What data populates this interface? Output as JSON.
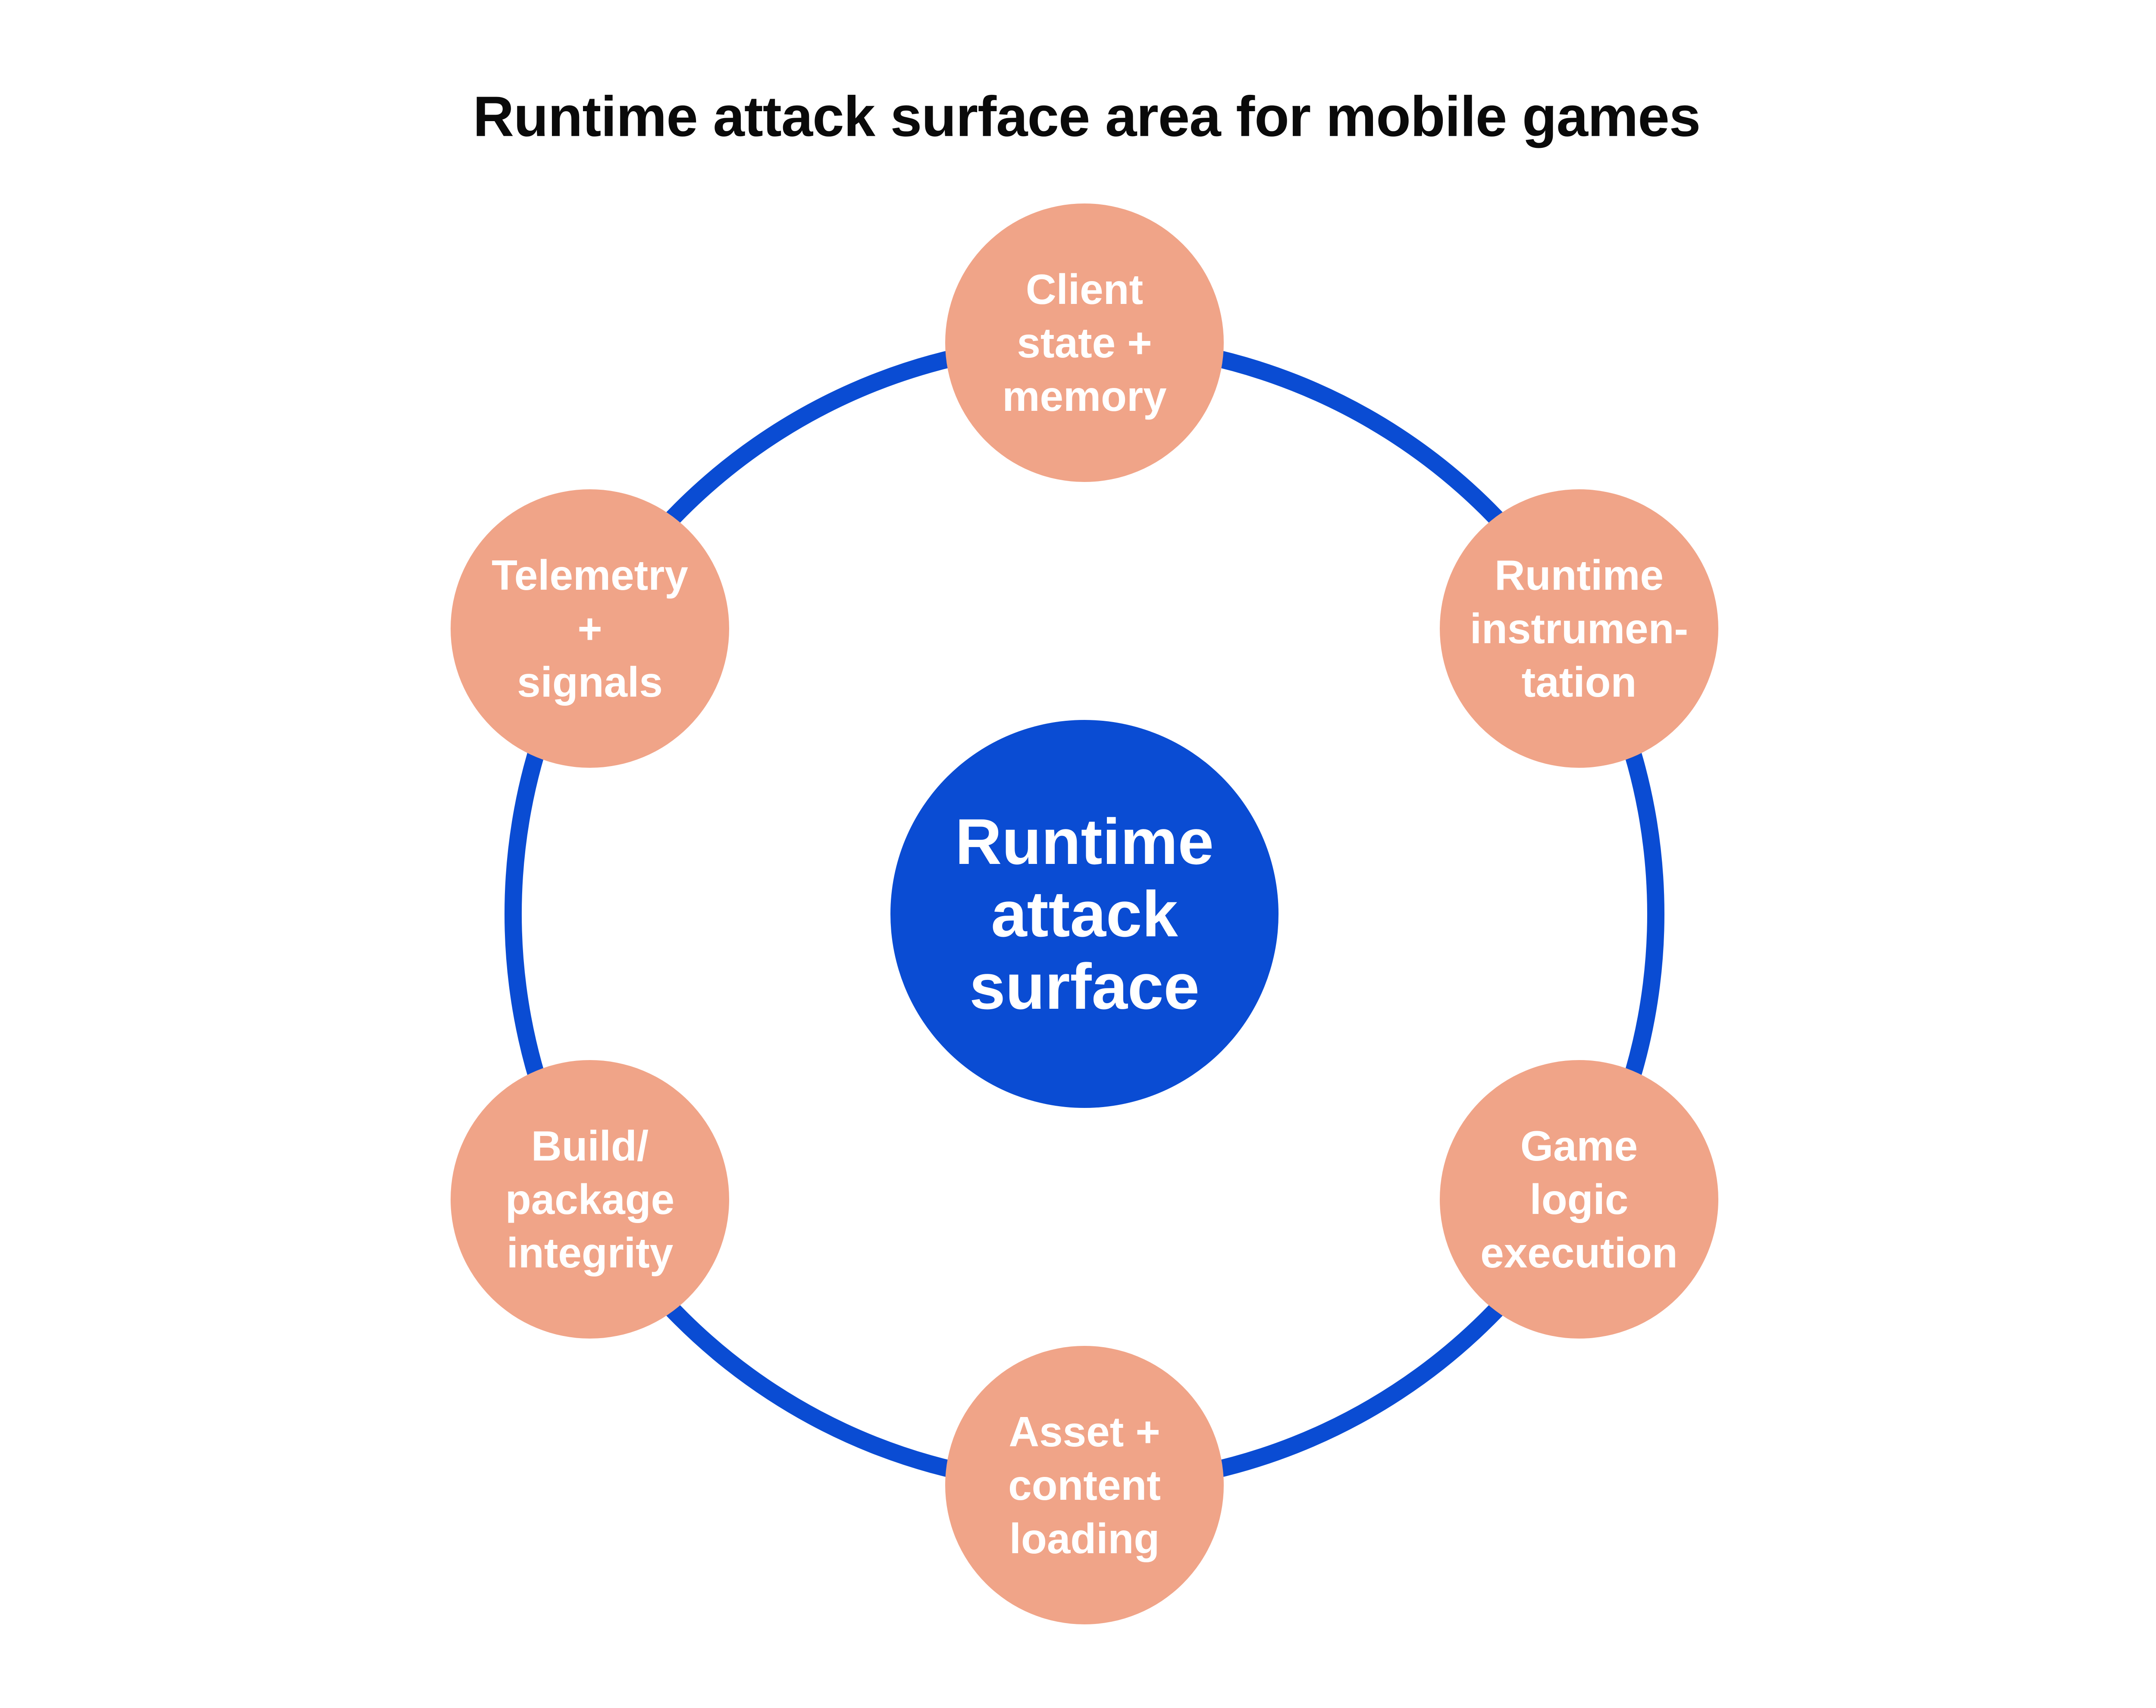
{
  "title": "Runtime attack surface area for mobile games",
  "hub": {
    "label": "Runtime attack surface",
    "lines": [
      "Runtime",
      "attack",
      "surface"
    ]
  },
  "nodes": [
    {
      "id": "client-state-memory",
      "label": "Client state + memory",
      "lines": [
        "Client",
        "state +",
        "memory"
      ],
      "position": "top"
    },
    {
      "id": "runtime-instrumentation",
      "label": "Runtime instrumentation",
      "lines": [
        "Runtime",
        "instrumen-",
        "tation"
      ],
      "position": "upper-right"
    },
    {
      "id": "game-logic-execution",
      "label": "Game logic execution",
      "lines": [
        "Game",
        "logic",
        "execution"
      ],
      "position": "lower-right"
    },
    {
      "id": "asset-content-loading",
      "label": "Asset + content loading",
      "lines": [
        "Asset +",
        "content",
        "loading"
      ],
      "position": "bottom"
    },
    {
      "id": "build-package-integrity",
      "label": "Build/ package integrity",
      "lines": [
        "Build/",
        "package",
        "integrity"
      ],
      "position": "lower-left"
    },
    {
      "id": "telemetry-signals",
      "label": "Telemetry + signals",
      "lines": [
        "Telemetry",
        "+",
        "signals"
      ],
      "position": "upper-left"
    }
  ],
  "colors": {
    "ring_blue": "#0A4CD3",
    "hub_blue": "#0A4CD3",
    "node_salmon": "#F0A488",
    "label_white": "#FFFFFF",
    "title_black": "#0A0A0A",
    "background": "#FFFFFF"
  }
}
